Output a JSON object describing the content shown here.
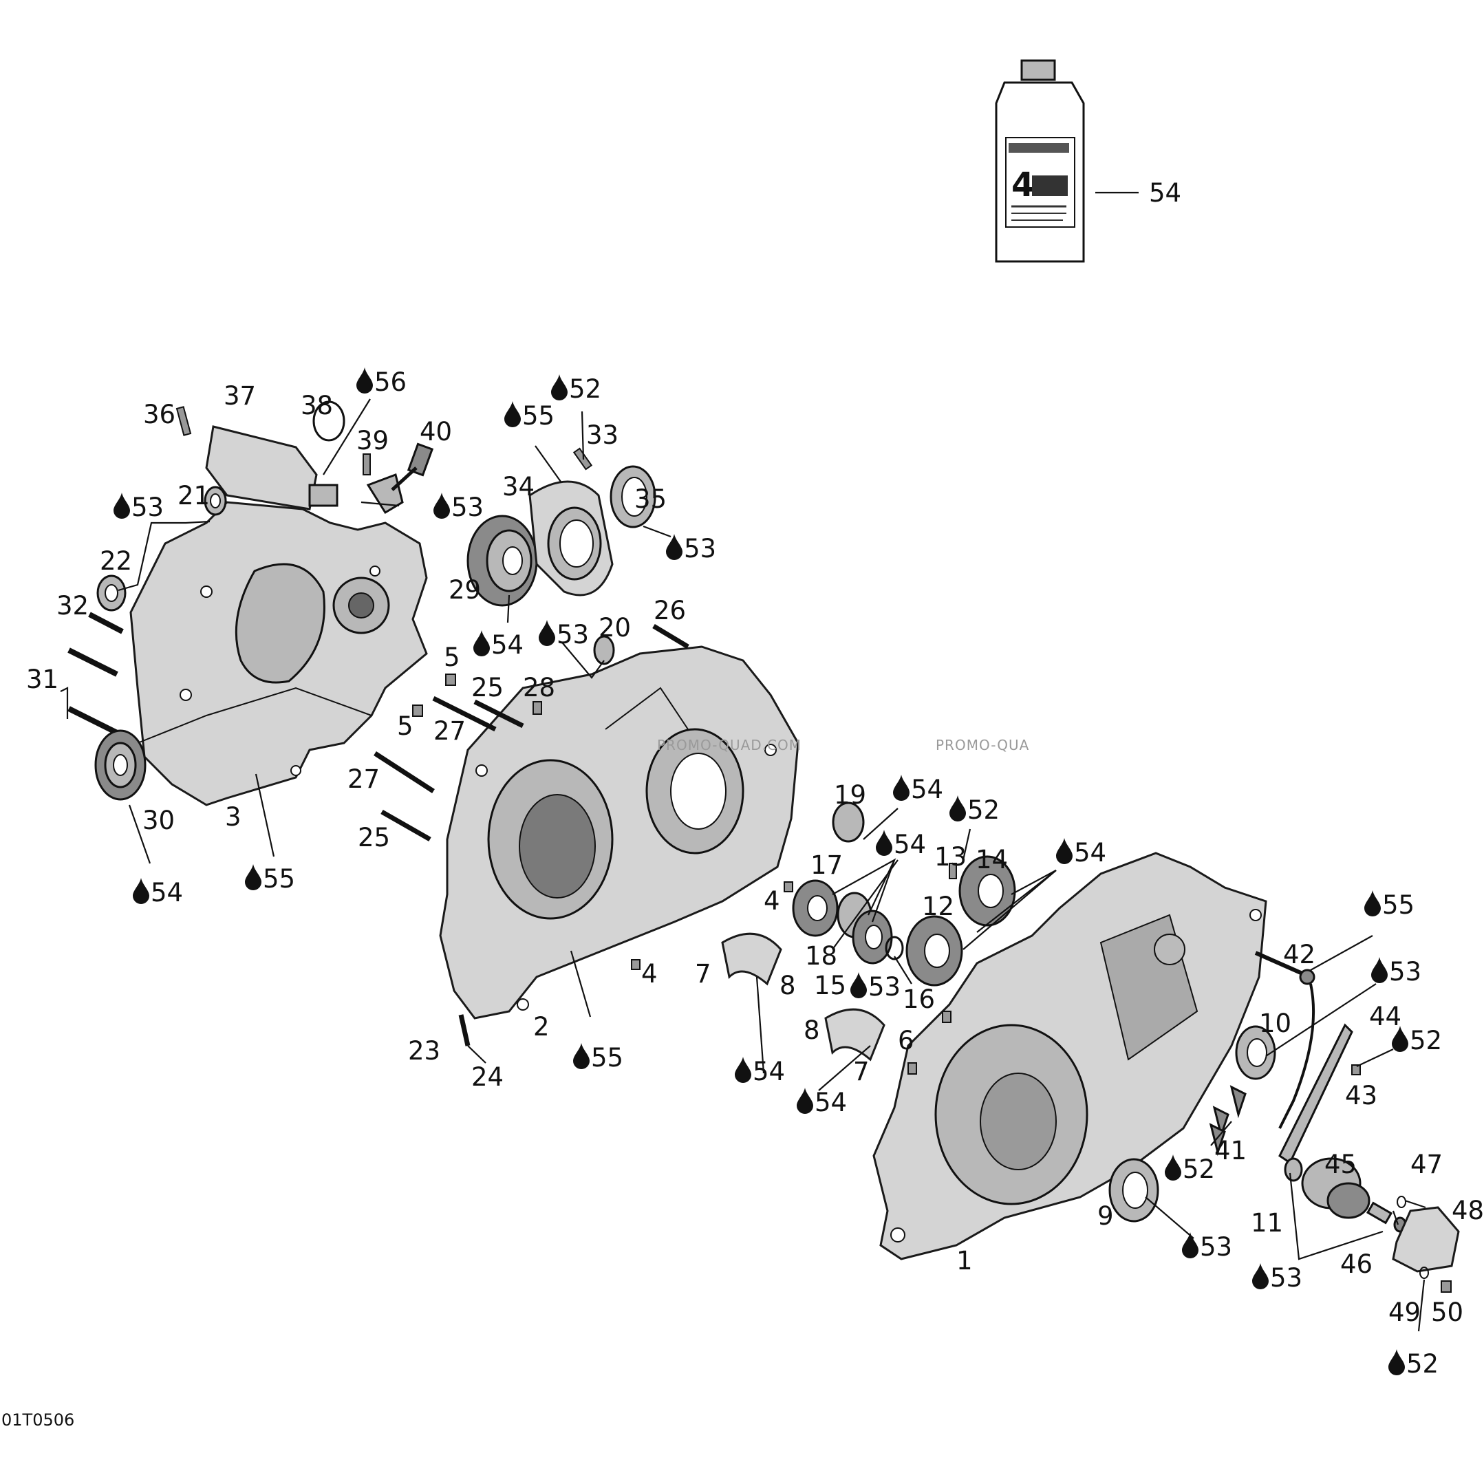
{
  "diagram_code": "01T0506",
  "watermarks": [
    "PROMO-QUAD.COM",
    "PROMO-QUA"
  ],
  "bottle": {
    "cap_label": "",
    "big_glyph": "4",
    "callout": "54"
  },
  "callouts": [
    {
      "id": "c54b",
      "label": "54",
      "drop": false
    },
    {
      "id": "c37",
      "label": "37",
      "drop": false
    },
    {
      "id": "c38",
      "label": "38",
      "drop": false
    },
    {
      "id": "c56",
      "label": "56",
      "drop": true
    },
    {
      "id": "c36",
      "label": "36",
      "drop": false
    },
    {
      "id": "c39",
      "label": "39",
      "drop": false
    },
    {
      "id": "c40",
      "label": "40",
      "drop": false
    },
    {
      "id": "c52a",
      "label": "52",
      "drop": true
    },
    {
      "id": "c55a",
      "label": "55",
      "drop": true
    },
    {
      "id": "c33",
      "label": "33",
      "drop": false
    },
    {
      "id": "c34",
      "label": "34",
      "drop": false
    },
    {
      "id": "c35",
      "label": "35",
      "drop": false
    },
    {
      "id": "c53a",
      "label": "53",
      "drop": true
    },
    {
      "id": "c21",
      "label": "21",
      "drop": false
    },
    {
      "id": "c53b",
      "label": "53",
      "drop": true
    },
    {
      "id": "c53c",
      "label": "53",
      "drop": true
    },
    {
      "id": "c22",
      "label": "22",
      "drop": false
    },
    {
      "id": "c32",
      "label": "32",
      "drop": false
    },
    {
      "id": "c29",
      "label": "29",
      "drop": false
    },
    {
      "id": "c54a",
      "label": "54",
      "drop": true
    },
    {
      "id": "c26",
      "label": "26",
      "drop": false
    },
    {
      "id": "c53d",
      "label": "53",
      "drop": true
    },
    {
      "id": "c20",
      "label": "20",
      "drop": false
    },
    {
      "id": "c31",
      "label": "31",
      "drop": false
    },
    {
      "id": "c5a",
      "label": "5",
      "drop": false
    },
    {
      "id": "c25a",
      "label": "25",
      "drop": false
    },
    {
      "id": "c28",
      "label": "28",
      "drop": false
    },
    {
      "id": "c5b",
      "label": "5",
      "drop": false
    },
    {
      "id": "c27a",
      "label": "27",
      "drop": false
    },
    {
      "id": "c27b",
      "label": "27",
      "drop": false
    },
    {
      "id": "c30",
      "label": "30",
      "drop": false
    },
    {
      "id": "c3",
      "label": "3",
      "drop": false
    },
    {
      "id": "c25b",
      "label": "25",
      "drop": false
    },
    {
      "id": "c54c",
      "label": "54",
      "drop": true
    },
    {
      "id": "c55b",
      "label": "55",
      "drop": true
    },
    {
      "id": "c19",
      "label": "19",
      "drop": false
    },
    {
      "id": "c54d",
      "label": "54",
      "drop": true
    },
    {
      "id": "c52b",
      "label": "52",
      "drop": true
    },
    {
      "id": "c17",
      "label": "17",
      "drop": false
    },
    {
      "id": "c54e",
      "label": "54",
      "drop": true
    },
    {
      "id": "c13",
      "label": "13",
      "drop": false
    },
    {
      "id": "c14",
      "label": "14",
      "drop": false
    },
    {
      "id": "c54f",
      "label": "54",
      "drop": true
    },
    {
      "id": "c4a",
      "label": "4",
      "drop": false
    },
    {
      "id": "c12",
      "label": "12",
      "drop": false
    },
    {
      "id": "c18",
      "label": "18",
      "drop": false
    },
    {
      "id": "c15",
      "label": "15",
      "drop": false
    },
    {
      "id": "c53e",
      "label": "53",
      "drop": true
    },
    {
      "id": "c16",
      "label": "16",
      "drop": false
    },
    {
      "id": "c7a",
      "label": "7",
      "drop": false
    },
    {
      "id": "c8a",
      "label": "8",
      "drop": false
    },
    {
      "id": "c4b",
      "label": "4",
      "drop": false
    },
    {
      "id": "c55c",
      "label": "55",
      "drop": true
    },
    {
      "id": "c42",
      "label": "42",
      "drop": false
    },
    {
      "id": "c53f",
      "label": "53",
      "drop": true
    },
    {
      "id": "c8b",
      "label": "8",
      "drop": false
    },
    {
      "id": "c10",
      "label": "10",
      "drop": false
    },
    {
      "id": "c44",
      "label": "44",
      "drop": false
    },
    {
      "id": "c52c",
      "label": "52",
      "drop": true
    },
    {
      "id": "c6",
      "label": "6",
      "drop": false
    },
    {
      "id": "c7b",
      "label": "7",
      "drop": false
    },
    {
      "id": "c43",
      "label": "43",
      "drop": false
    },
    {
      "id": "c2",
      "label": "2",
      "drop": false
    },
    {
      "id": "c55d",
      "label": "55",
      "drop": true
    },
    {
      "id": "c23",
      "label": "23",
      "drop": false
    },
    {
      "id": "c24",
      "label": "24",
      "drop": false
    },
    {
      "id": "c54g",
      "label": "54",
      "drop": true
    },
    {
      "id": "c54h",
      "label": "54",
      "drop": true
    },
    {
      "id": "c41",
      "label": "41",
      "drop": false
    },
    {
      "id": "c52d",
      "label": "52",
      "drop": true
    },
    {
      "id": "c45",
      "label": "45",
      "drop": false
    },
    {
      "id": "c47",
      "label": "47",
      "drop": false
    },
    {
      "id": "c48",
      "label": "48",
      "drop": false
    },
    {
      "id": "c9",
      "label": "9",
      "drop": false
    },
    {
      "id": "c53g",
      "label": "53",
      "drop": true
    },
    {
      "id": "c11",
      "label": "11",
      "drop": false
    },
    {
      "id": "c1",
      "label": "1",
      "drop": false
    },
    {
      "id": "c46",
      "label": "46",
      "drop": false
    },
    {
      "id": "c53h",
      "label": "53",
      "drop": true
    },
    {
      "id": "c49",
      "label": "49",
      "drop": false
    },
    {
      "id": "c50",
      "label": "50",
      "drop": false
    },
    {
      "id": "c52e",
      "label": "52",
      "drop": true
    }
  ]
}
